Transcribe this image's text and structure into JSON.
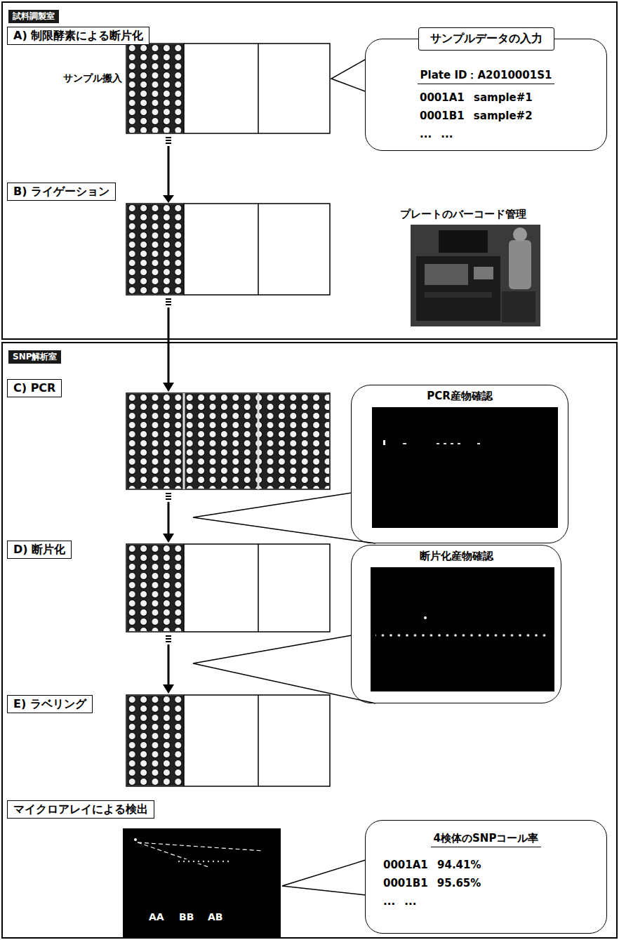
{
  "diagram": {
    "nodes": [
      {
        "text": [
          "試料調製室"
        ]
      },
      {
        "text": [
          "A) 制限酵素による断片化"
        ],
        "in": 0
      },
      {
        "text": [
          "サンプルデータの入力",
          "Plate ID：A2010001S1",
          "0001A1 sample#1",
          "0001B1 sample#2",
          "... ..."
        ],
        "in": 0
      },
      {
        "text": [
          "B) ライゲーション"
        ],
        "in": 0
      },
      {
        "text": [
          "SNP解析室"
        ]
      },
      {
        "text": [
          "C) PCR"
        ],
        "in": 4
      },
      {
        "text": [
          "PCR産物確認"
        ],
        "in": 4
      },
      {
        "text": [
          "D) 断片化"
        ],
        "in": 4
      },
      {
        "text": [
          "断片化産物確認"
        ],
        "in": 4
      },
      {
        "text": [
          "E) ラベリング"
        ],
        "in": 4
      },
      {
        "text": [
          "マイクロアレイによる検出"
        ],
        "in": 4
      },
      {
        "text": [
          "4検体のSNPコール率",
          "0001A1 94.41%",
          "0001B1 95.65%",
          "... ..."
        ],
        "in": 4
      }
    ],
    "labels": [
      "サンプル搬入",
      "プレートのバーコード管理",
      "AA",
      "BB",
      "AB"
    ]
  }
}
